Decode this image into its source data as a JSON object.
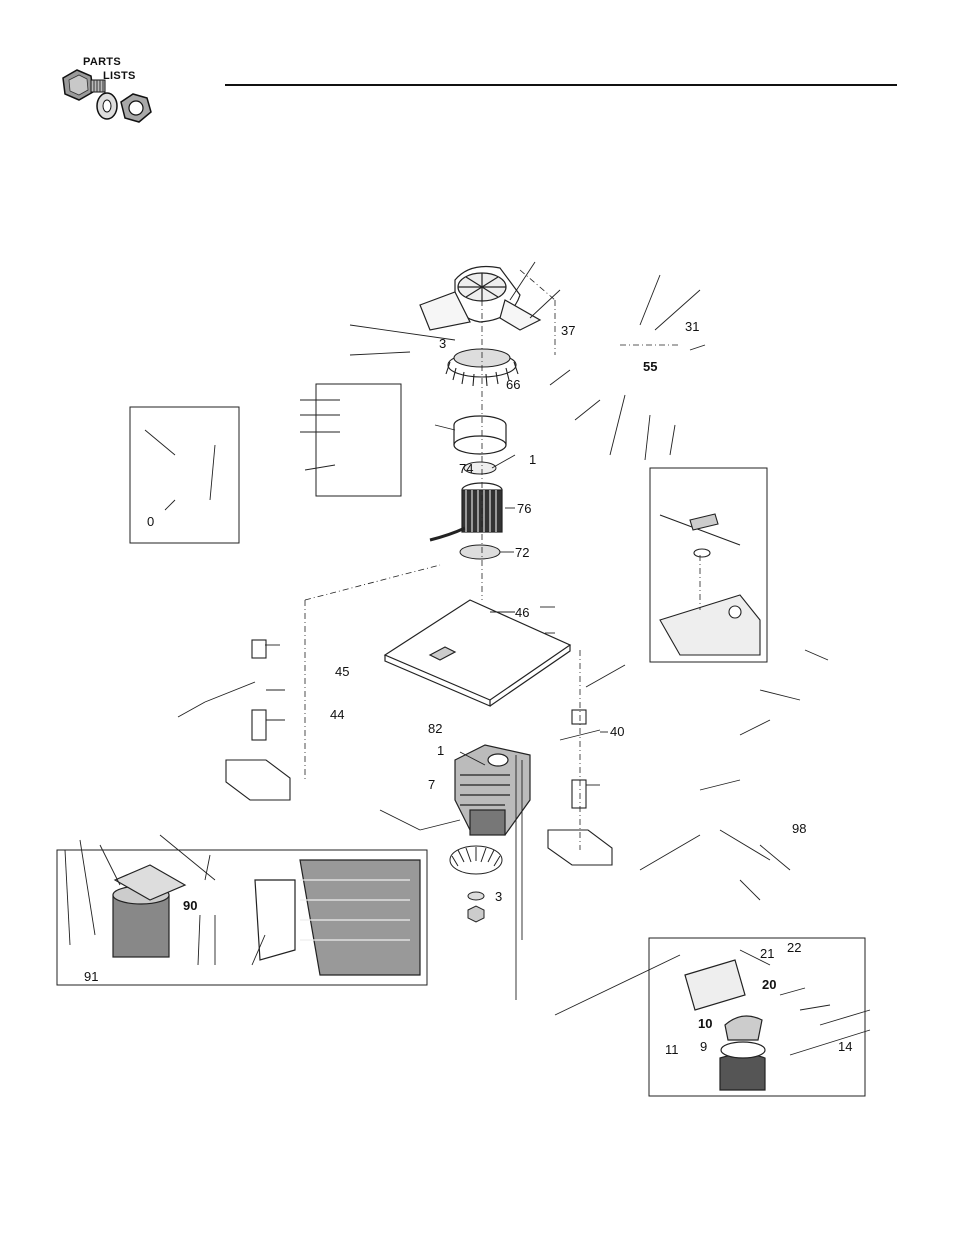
{
  "header": {
    "logo_line1": "PARTS",
    "logo_line2": "LISTS"
  },
  "callouts": [
    {
      "id": "c3a",
      "text": "3"
    },
    {
      "id": "c66",
      "text": "66"
    },
    {
      "id": "c37",
      "text": "37"
    },
    {
      "id": "c31",
      "text": "31"
    },
    {
      "id": "c55",
      "text": "55"
    },
    {
      "id": "c74",
      "text": "74"
    },
    {
      "id": "c1a",
      "text": "1"
    },
    {
      "id": "c76",
      "text": "76"
    },
    {
      "id": "c72",
      "text": "72"
    },
    {
      "id": "c46",
      "text": "46"
    },
    {
      "id": "c45",
      "text": "45"
    },
    {
      "id": "c44",
      "text": "44"
    },
    {
      "id": "c82",
      "text": "82"
    },
    {
      "id": "c1b",
      "text": "1"
    },
    {
      "id": "c40",
      "text": "40"
    },
    {
      "id": "c7",
      "text": "7"
    },
    {
      "id": "c3b",
      "text": "3"
    },
    {
      "id": "c90",
      "text": "90"
    },
    {
      "id": "c91",
      "text": "91"
    },
    {
      "id": "c0",
      "text": "0"
    },
    {
      "id": "c21",
      "text": "21"
    },
    {
      "id": "c22",
      "text": "22"
    },
    {
      "id": "c20",
      "text": "20"
    },
    {
      "id": "c10",
      "text": "10"
    },
    {
      "id": "c11",
      "text": "11"
    },
    {
      "id": "c9",
      "text": "9"
    },
    {
      "id": "c14",
      "text": "14"
    },
    {
      "id": "c98",
      "text": "98"
    }
  ]
}
